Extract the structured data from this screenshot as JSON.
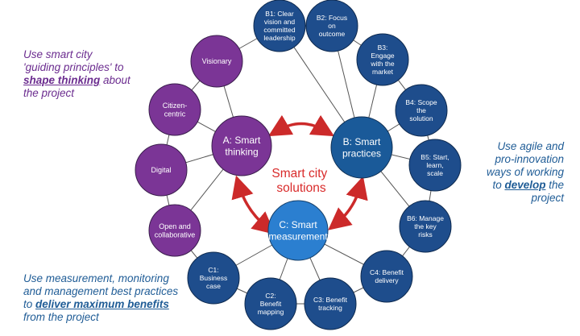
{
  "center": {
    "line1": "Smart city",
    "line2": "solutions",
    "color": "#d92b2b"
  },
  "colors": {
    "purple": "#7b3596",
    "blue": "#1a5a99",
    "navy": "#1e4d8c",
    "arrow": "#cc2a2a",
    "line": "#555555"
  },
  "hubs": {
    "a": {
      "lines": [
        "A: Smart",
        "thinking"
      ]
    },
    "b": {
      "lines": [
        "B: Smart",
        "practices"
      ]
    },
    "c": {
      "lines": [
        "C: Smart",
        "measurement"
      ]
    }
  },
  "satellites": {
    "visionary": {
      "lines": [
        "Visionary"
      ]
    },
    "citizen": {
      "lines": [
        "Citizen-",
        "centric"
      ]
    },
    "digital": {
      "lines": [
        "Digital"
      ]
    },
    "open": {
      "lines": [
        "Open and",
        "collaborative"
      ]
    },
    "b1": {
      "lines": [
        "B1: Clear",
        "vision and",
        "committed",
        "leadership"
      ]
    },
    "b2": {
      "lines": [
        "B2: Focus",
        "on",
        "outcome"
      ]
    },
    "b3": {
      "lines": [
        "B3:",
        "Engage",
        "with the",
        "market"
      ]
    },
    "b4": {
      "lines": [
        "B4: Scope",
        "the",
        "solution"
      ]
    },
    "b5": {
      "lines": [
        "B5: Start,",
        "learn,",
        "scale"
      ]
    },
    "b6": {
      "lines": [
        "B6: Manage",
        "the key",
        "risks"
      ]
    },
    "c4": {
      "lines": [
        "C4: Benefit",
        "delivery"
      ]
    },
    "c3": {
      "lines": [
        "C3: Benefit",
        "tracking"
      ]
    },
    "c2": {
      "lines": [
        "C2:",
        "Benefit",
        "mapping"
      ]
    },
    "c1": {
      "lines": [
        "C1:",
        "Business",
        "case"
      ]
    }
  },
  "callouts": {
    "a": {
      "p1": "Use smart city",
      "p2": "'guiding principles' to",
      "em": "shape thinking",
      "p3": " about",
      "p4": "the project"
    },
    "b": {
      "p1": "Use agile and",
      "p2": "pro-innovation",
      "p3": "ways of working",
      "p4": "to ",
      "em": "develop",
      "p5": " the",
      "p6": "project"
    },
    "c": {
      "p1": "Use measurement, monitoring",
      "p2": "and management best practices",
      "p3": "to ",
      "em": "deliver maximum benefits",
      "p4": "from the project"
    }
  }
}
